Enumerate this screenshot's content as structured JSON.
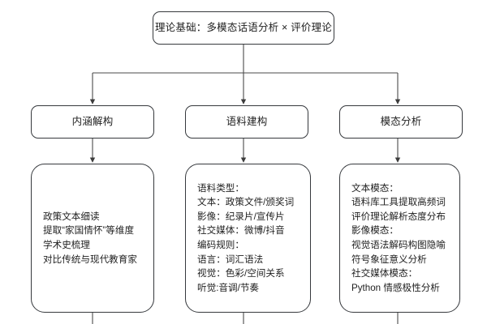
{
  "diagram": {
    "type": "flowchart",
    "orientation": "top-down",
    "title_node": {
      "label": "理论基础：多模态话语分析 × 评价理论"
    },
    "stages": [
      {
        "label": "内涵解构"
      },
      {
        "label": "语料建构"
      },
      {
        "label": "模态分析"
      }
    ],
    "details": [
      {
        "lines": [
          "政策文本细读",
          "提取“家国情怀”等维度",
          "学术史梳理",
          "对比传统与现代教育家"
        ]
      },
      {
        "lines": [
          "语料类型：",
          "文本：政策文件/颁奖词",
          "影像：纪录片/宣传片",
          "社交媒体：微博/抖音",
          "编码规则：",
          "语言：词汇语法",
          "视觉：色彩/空间关系",
          "听觉:音调/节奏"
        ]
      },
      {
        "lines": [
          "文本模态：",
          "语料库工具提取高频词",
          "评价理论解析态度分布",
          "影像模态：",
          "视觉语法解码构图隐喻",
          "符号象征意义分析",
          "社交媒体模态：",
          "Python 情感极性分析"
        ]
      }
    ],
    "colors": {
      "node_border": "#36393d",
      "node_fill": "#ffffff",
      "edge": "#4a4a4a",
      "text": "#1f1f1f",
      "canvas": "#ffffff"
    }
  }
}
